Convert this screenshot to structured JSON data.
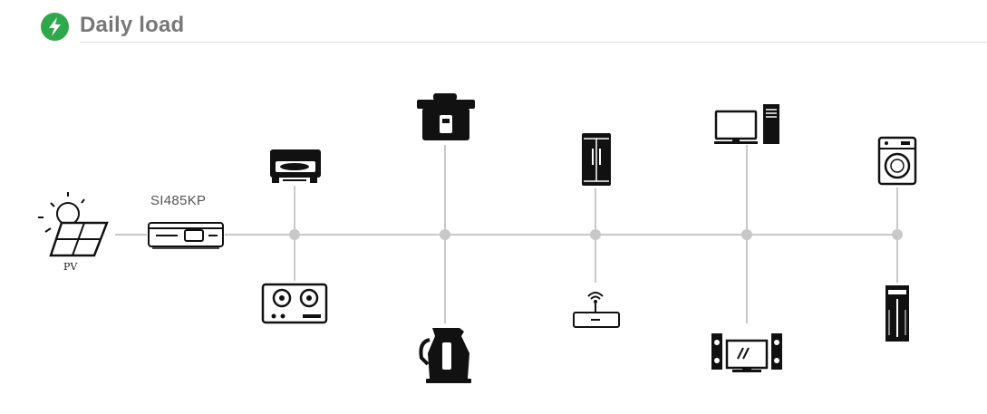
{
  "header": {
    "title": "Daily load",
    "icon": "lightning-bolt-icon",
    "accent_color": "#2ea84a"
  },
  "source": {
    "pv_label": "PV",
    "pv_icon": "solar-panel-icon",
    "inverter_label": "SI485KP",
    "inverter_icon": "portable-power-station-icon"
  },
  "loads_above": [
    {
      "icon": "projector-icon"
    },
    {
      "icon": "rice-cooker-icon"
    },
    {
      "icon": "refrigerator-icon"
    },
    {
      "icon": "desktop-computer-icon"
    },
    {
      "icon": "washing-machine-icon"
    }
  ],
  "loads_below": [
    {
      "icon": "gas-stove-icon"
    },
    {
      "icon": "electric-kettle-icon"
    },
    {
      "icon": "wifi-router-icon"
    },
    {
      "icon": "home-theater-icon"
    },
    {
      "icon": "air-conditioner-icon"
    }
  ],
  "colors": {
    "line": "#c8c8c8",
    "node": "#c8c8c8",
    "icon": "#111111",
    "title": "#777777"
  }
}
